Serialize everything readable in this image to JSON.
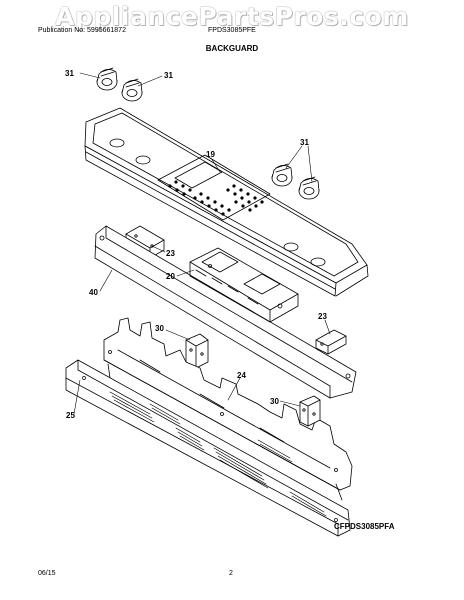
{
  "watermark": "AppliancePartsPros.com",
  "header": {
    "publication": "Publication No: 5995661872",
    "model": "FPDS3085PFE",
    "title": "BACKGUARD"
  },
  "figure_code": "CFPDS3085PFA",
  "footer": {
    "date": "06/15",
    "page": "2"
  },
  "callouts": {
    "knob_a": "31",
    "knob_b": "31",
    "knob_right": "31",
    "backguard": "19",
    "bracket_top": "23",
    "control_board": "20",
    "end_panel": "40",
    "bracket_right": "23",
    "bracket_left": "30",
    "shield": "24",
    "bracket_lower_right": "30",
    "vent_trim": "25"
  }
}
